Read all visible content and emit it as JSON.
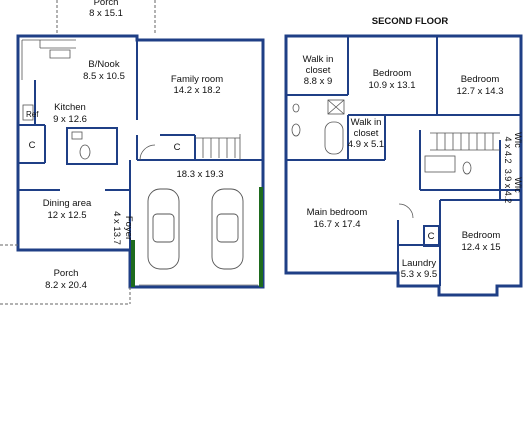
{
  "second_floor": {
    "title": "SECOND FLOOR"
  },
  "rooms": {
    "porch_top": {
      "name": "Porch",
      "size": "8 x 15.1"
    },
    "bnook": {
      "name": "B/Nook",
      "size": "8.5 x 10.5"
    },
    "family_room": {
      "name": "Family room",
      "size": "14.2 x 18.2"
    },
    "kitchen": {
      "name": "Kitchen",
      "size": "9 x 12.6"
    },
    "ref": {
      "name": "Ref"
    },
    "closet_left": {
      "name": "C"
    },
    "closet_stair": {
      "name": "C"
    },
    "garage": {
      "size": "18.3 x 19.3"
    },
    "dining": {
      "name": "Dining area",
      "size": "12 x 12.5"
    },
    "foyer": {
      "name": "Foyer",
      "size": "4 x 13.7"
    },
    "porch_bottom": {
      "name": "Porch",
      "size": "8.2 x 20.4"
    },
    "walkin_1": {
      "name1": "Walk in",
      "name2": "closet",
      "size": "8.8 x 9"
    },
    "bedroom_1": {
      "name": "Bedroom",
      "size": "10.9 x 13.1"
    },
    "bedroom_2": {
      "name": "Bedroom",
      "size": "12.7 x 14.3"
    },
    "walkin_2": {
      "name1": "Walk in",
      "name2": "closet",
      "size": "4.9 x 5.1"
    },
    "wic_1": {
      "name": "WIc",
      "size": "4 x 4.2"
    },
    "wic_2": {
      "name": "WIc",
      "size": "3.9 x 4.2"
    },
    "main_bedroom": {
      "name": "Main bedroom",
      "size": "16.7 x 17.4"
    },
    "bedroom_3": {
      "name": "Bedroom",
      "size": "12.4 x 15"
    },
    "laundry": {
      "name": "Laundry",
      "size": "5.3 x 9.5"
    },
    "closet_laundry": {
      "name": "C"
    }
  },
  "colors": {
    "wall": "#1f3f86",
    "garage_door": "#1e6b1e"
  }
}
